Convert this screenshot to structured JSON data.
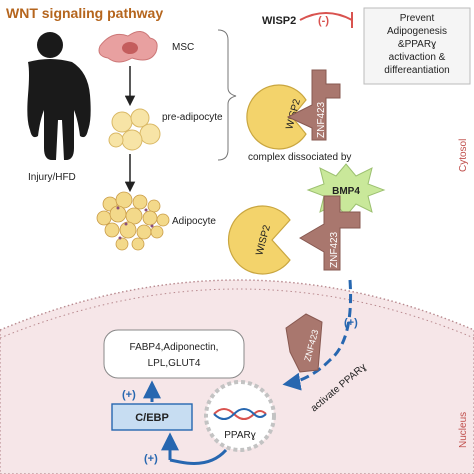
{
  "title": "WNT signaling pathway",
  "labels": {
    "msc": "MSC",
    "pre_adipocyte": "pre-adipocyte",
    "adipocyte": "Adipocyte",
    "injury": "Injury/HFD",
    "wisp2_top": "WISP2",
    "inhibit_sign": "(-)",
    "prevent_lines": [
      "Prevent",
      "Adipogenesis",
      "&PPARɣ",
      "activaction &",
      "differeantiation"
    ],
    "wisp2_complex": "WISP2",
    "znf423_complex": "ZNF423",
    "complex_dissociated": "complex dissociated by",
    "bmp4": "BMP4",
    "wisp2_lower": "WISP2",
    "znf423_lower": "ZNF423",
    "cytosol": "Cytosol",
    "nucleus": "Nucleus",
    "znf423_nucleus": "ZNF423",
    "plus_right": "(+)",
    "activate_ppar": "activate PPARɣ",
    "target_genes_line1": "FABP4,Adiponectin,",
    "target_genes_line2": "LPL,GLUT4",
    "plus_left": "(+)",
    "cebp": "C/EBP",
    "pparg": "PPARɣ",
    "plus_bottom": "(+)"
  },
  "colors": {
    "title": "#b5651d",
    "inhibit": "#d9534f",
    "wisp2_fill": "#f3d36b",
    "znf_fill": "#a9776e",
    "bmp4_fill": "#c9e89a",
    "nucleus_fill": "#f6e6e8",
    "arrow_blue": "#2767b0",
    "compartment_label": "#c0504d"
  }
}
